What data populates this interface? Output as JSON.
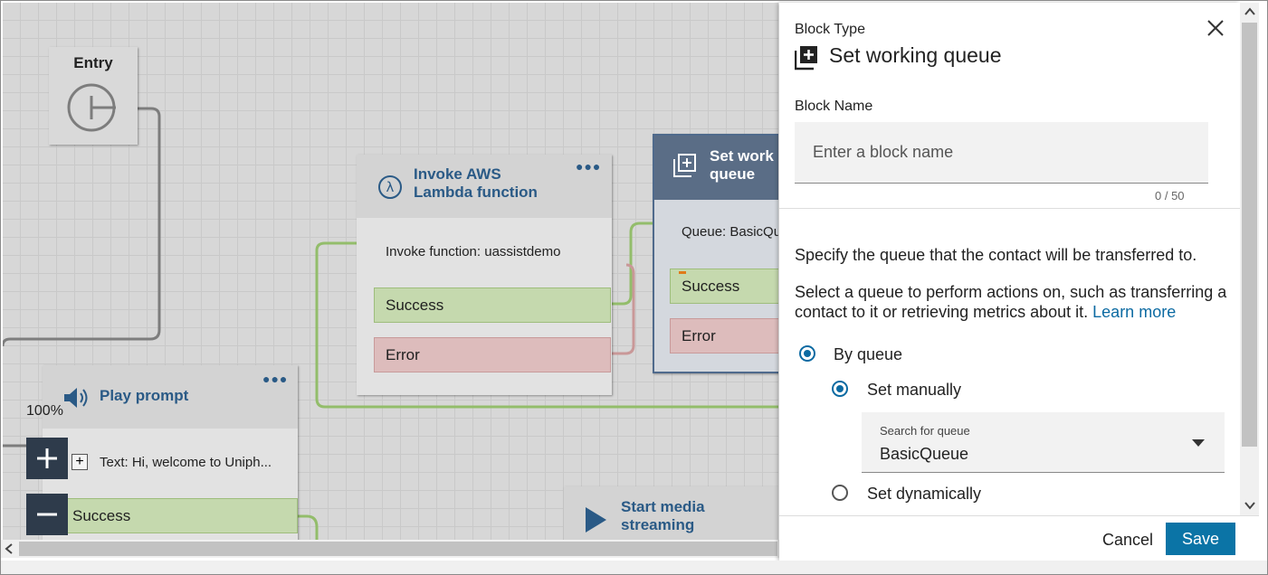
{
  "canvas": {
    "zoom_label": "100%",
    "entry": {
      "title": "Entry"
    },
    "lambda_block": {
      "title_line1": "Invoke AWS",
      "title_line2": "Lambda function",
      "text": "Invoke function: uassistdemo",
      "success": "Success",
      "error": "Error"
    },
    "queue_block": {
      "title_line1": "Set work",
      "title_line2": "queue",
      "text": "Queue: BasicQu",
      "success": "Success",
      "error": "Error"
    },
    "prompt_block": {
      "title": "Play prompt",
      "text": "Text: Hi, welcome to Uniph...",
      "success": "Success"
    },
    "media_block": {
      "title_line1": "Start media",
      "title_line2": "streaming"
    }
  },
  "panel": {
    "block_type_label": "Block Type",
    "block_type_title": "Set working queue",
    "block_name_label": "Block Name",
    "block_name_value": "",
    "block_name_placeholder": "Enter a block name",
    "counter": "0 / 50",
    "description1": "Specify the queue that the contact will be transferred to.",
    "description2": "Select a queue to perform actions on, such as transferring a contact to it or retrieving metrics about it.",
    "learn_more": "Learn more",
    "options": {
      "by_queue": "By queue",
      "set_manually": "Set manually",
      "set_dynamically": "Set dynamically"
    },
    "queue_select": {
      "label": "Search for queue",
      "value": "BasicQueue"
    }
  },
  "footer": {
    "cancel_label": "Cancel",
    "save_label": "Save"
  },
  "colors": {
    "accent": "#0b74a6",
    "block_title": "#2a5a86",
    "success_fill": "#c5d9ae",
    "error_fill": "#ddbcbc"
  }
}
